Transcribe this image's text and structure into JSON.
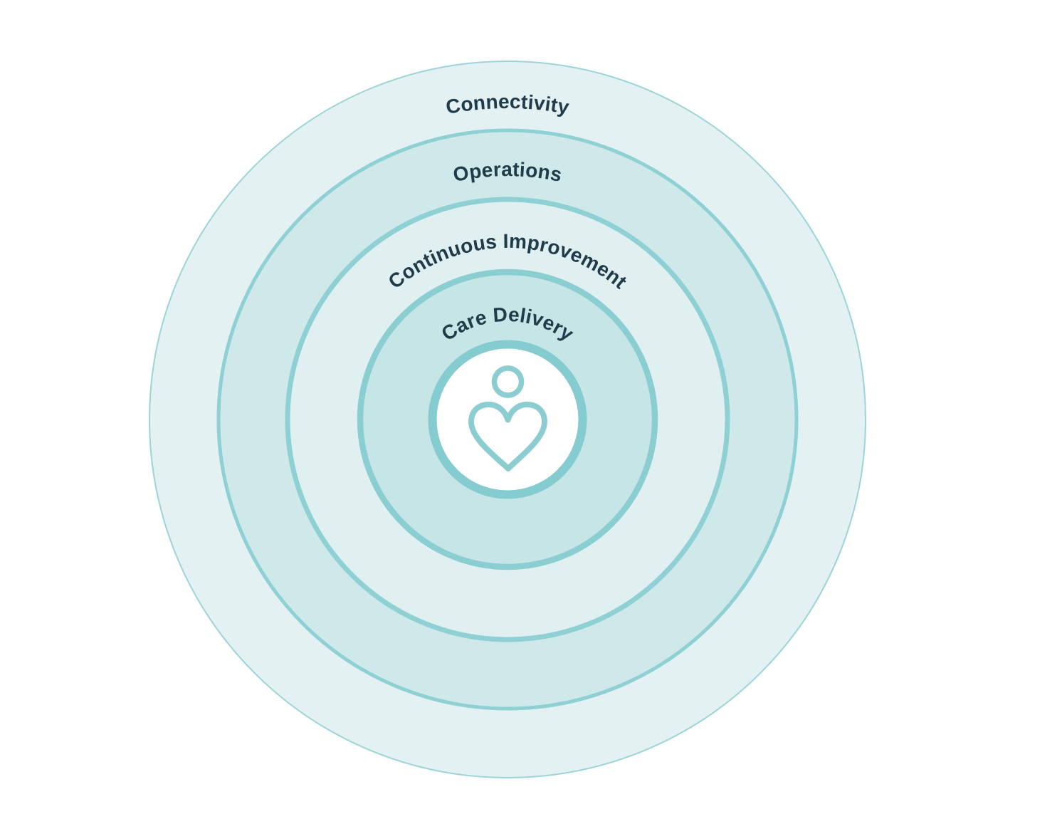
{
  "diagram": {
    "rings": [
      {
        "label": "Connectivity",
        "fill": "#e3f1f3",
        "stroke": "#9cd4d7"
      },
      {
        "label": "Operations",
        "fill": "#cfe9ea",
        "stroke": "#8ed0d3"
      },
      {
        "label": "Continuous Improvement",
        "fill": "#e0f0f1",
        "stroke": "#8ed0d3"
      },
      {
        "label": "Care Delivery",
        "fill": "#c6e5e7",
        "stroke": "#8aced1"
      }
    ],
    "center": {
      "icon": "person-heart-icon",
      "fill": "#ffffff",
      "ring_color": "#84cccf",
      "icon_color": "#8bcdd0"
    },
    "text_color": "#203b49"
  }
}
